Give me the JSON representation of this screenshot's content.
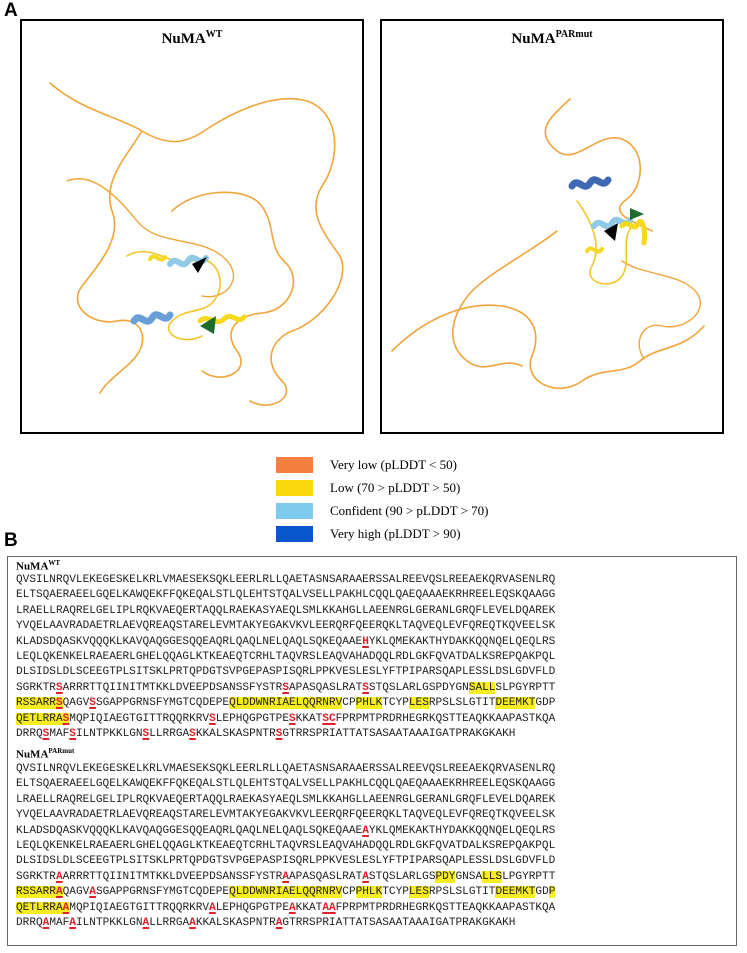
{
  "panels": {
    "a_label": "A",
    "b_label": "B"
  },
  "structures": {
    "wt_title_main": "NuMA",
    "wt_title_sup": "WT",
    "mut_title_main": "NuMA",
    "mut_title_sup": "PARmut"
  },
  "colors": {
    "very_low": "#f47f3e",
    "low": "#fcd80e",
    "confident": "#7ecbee",
    "very_high": "#0a56cf",
    "highlight": "#f6ec1f",
    "mutation": "#e0202a",
    "arrow_black": "#000000",
    "arrow_green": "#1f6b2b"
  },
  "legend": [
    {
      "label": "Very low (pLDDT < 50)",
      "color": "#f47f3e"
    },
    {
      "label": "Low (70 > pLDDT > 50)",
      "color": "#fcd80e"
    },
    {
      "label": "Confident (90 > pLDDT > 70)",
      "color": "#7ecbee"
    },
    {
      "label": "Very high (pLDDT > 90)",
      "color": "#0a56cf"
    }
  ],
  "sequence": {
    "wt_label_main": "NuMA",
    "wt_label_sup": "WT",
    "mut_label_main": "NuMA",
    "mut_label_sup": "PARmut",
    "wt_lines": [
      "QVSILNRQVLEKEGESKELKRLVMAESEKSQKLEERLRLLQAETASNSARAAERSSALREEVQSLREEAEKQRVASENLRQ",
      "ELTSQAERAEELGQELKAWQEKFFQKEQALSTLQLEHTSTQALVSELLPAKHLCQQLQAEQAAAEKRHREELEQSKQAAGG",
      "LRAELLRAQRELGELIPLRQKVAEQERTAQQLRAEKASYAEQLSMLKKAHGLLAEENRGLGERANLGRQFLEVELDQAREK",
      "YVQELAAVRADAETRLAEVQREAQSTARELEVMTAKYEGAKVKVLEERQRFQEERQKLTAQVEQLEVFQREQTKQVEELSK",
      "KLADSDQASKVQQQKLKAVQAQGGESQQEAQRLQAQLNELQAQLSQKEQAAE[H]YKLQMEKAKTHYDAKKQQNQELQEQLRS",
      "LEQLQKENKELRAEAERLGHELQQAGLKTKEAEQTCRHLTAQVRSLEAQVAHADQQLRDLGKFQVATDALKSREPQAKPQL",
      "DLSIDSLDLSCEEGTPLSITSKLPRTQPDGTSVPGEPASPISQRLPPKVESLESLYFTPIPARSQAPLESSLDSLGDVFLD",
      "SGRKTR[S]ARRRTTQIINITMTKKLDVEEPDSANSSFYSTR[S]APASQASLRAT[S]STQSLARLGSPDYGN{SALL}SLPGYRPTT",
      "{RSSARR[S]}QAGV[S]SGAPPGRNSFYMGTCQDEPE{QLDDWNRIAELQQRNRV}CP{PHLK}TCYP{LES}RPSLSLGTIT{DEEMKT}GDP",
      "{QETLRRA[S]}MQPIQIAEGTGITTRQQRKRV[S]LEPHQGPGTPE[S]KKAT[SC]FPRPMTPRDRHEGRKQSTTEAQKKAAPASTKQA",
      "DRRQ[S]MAF[S]ILNTPKKLGN[S]LLRRGA[S]KKALSKASPNTR[S]GTRRSPRIATTATSASAATAAAIGATPRAKGKAKH"
    ],
    "mut_lines": [
      "QVSILNRQVLEKEGESKELKRLVMAESEKSQKLEERLRLLQAETASNSARAAERSSALREEVQSLREEAEKQRVASENLRQ",
      "ELTSQAERAEELGQELKAWQEKFFQKEQALSTLQLEHTSTQALVSELLPAKHLCQQLQAEQAAAEKRHREELEQSKQAAGG",
      "LRAELLRAQRELGELIPLRQKVAEQERTAQQLRAEKASYAEQLSMLKKAHGLLAEENRGLGERANLGRQFLEVELDQAREK",
      "YVQELAAVRADAETRLAEVQREAQSTARELEVMTAKYEGAKVKVLEERQRFQEERQKLTAQVEQLEVFQREQTKQVEELSK",
      "KLADSDQASKVQQQKLKAVQAQGGESQQEAQRLQAQLNELQAQLSQKEQAAE[A]YKLQMEKAKTHYDAKKQQNQELQEQLRS",
      "LEQLQKENKELRAEAERLGHELQQAGLKTKEAEQTCRHLTAQVRSLEAQVAHADQQLRDLGKFQVATDALKSREPQAKPQL",
      "DLSIDSLDLSCEEGTPLSITSKLPRTQPDGTSVPGEPASPISQRLPPKVESLESLYFTPIPARSQAPLESSLDSLGDVFLD",
      "SGRKTR[A]ARRRTTQIINITMTKKLDVEEPDSANSSFYSTR[A]APASQASLRAT[A]STQSLARLGS{PDY}GNSA{LLS}LPGYRPTT",
      "{RSSARR[A]}QAGV[A]SGAPPGRNSFYMGTCQDEPE{QLDDWNRIAELQQRNRV}CP{PHLK}TCYP{LES}RPSLSLGTIT{DEEMKT}GD{P}",
      "{QETLRRA[A]}MQPIQIAEGTGITTRQQRKRV[A]LEPHQGPGTPE[A]KKAT[AA]FPRPMTPRDRHEGRKQSTTEAQKKAAPASTKQA",
      "DRRQ[A]MAF[A]ILNTPKKLGN[A]LLRRGA[A]KKALSKASPNTR[A]GTRRSPRIATTATSASAATAAAIGATPRAKGKAKH"
    ]
  }
}
